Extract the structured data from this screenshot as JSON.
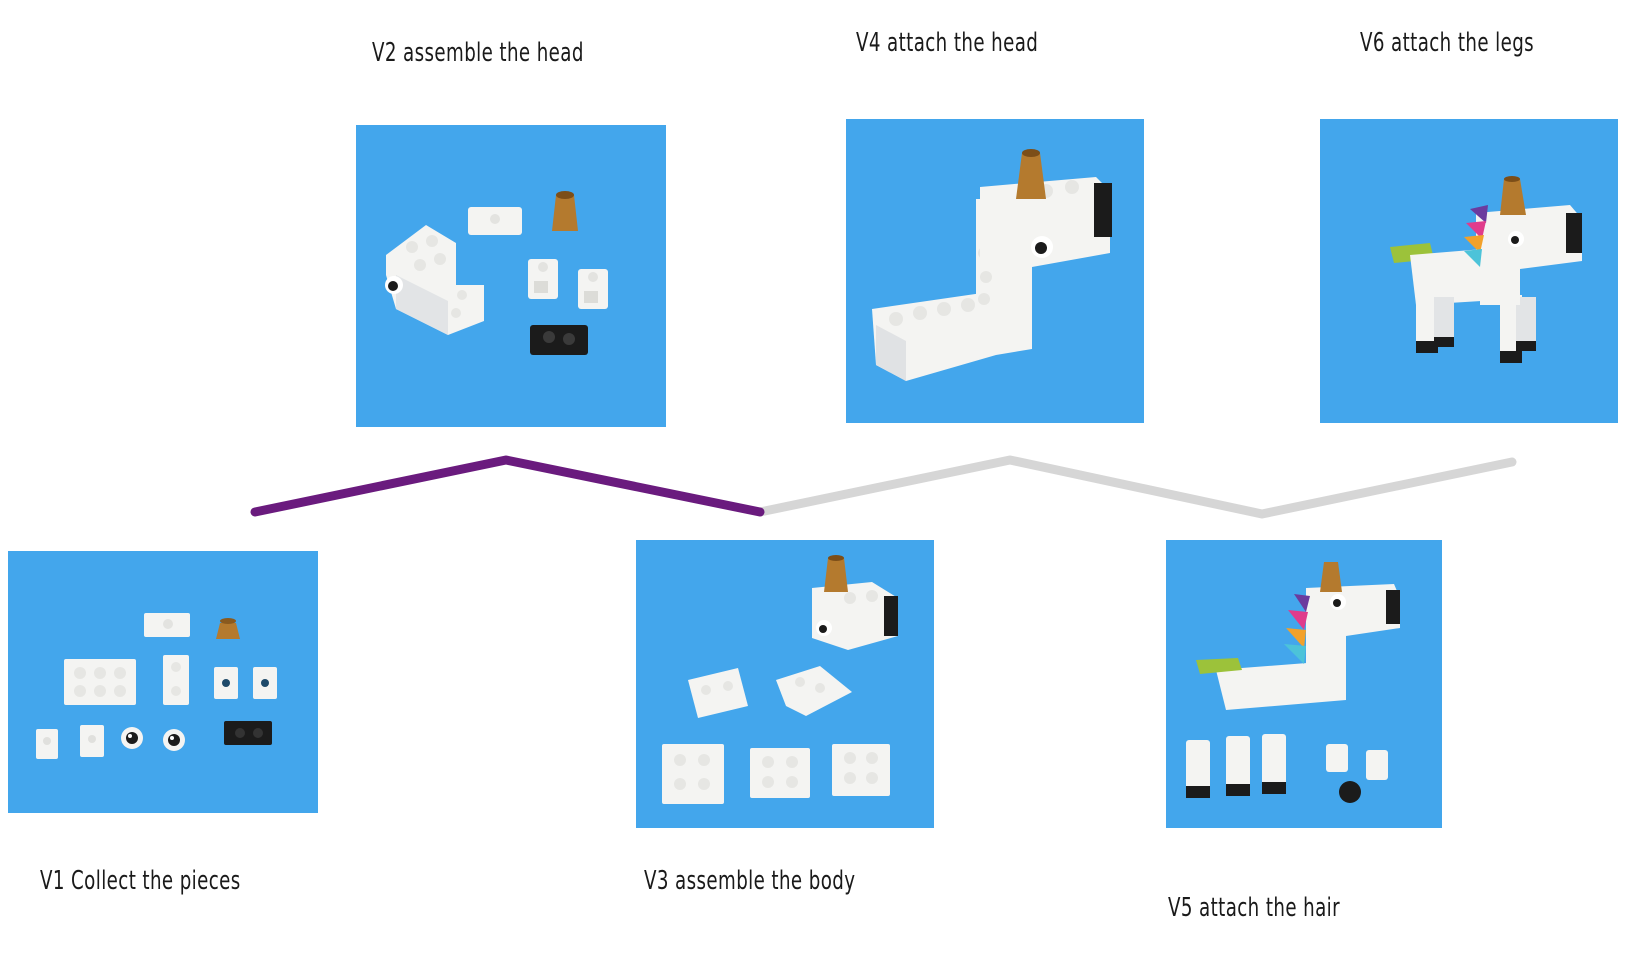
{
  "colors": {
    "photo_bg": "#43a6ec",
    "progress_done": "#6a1b7e",
    "progress_todo": "#d6d6d6",
    "brick_white": "#f4f4f2",
    "brick_shade": "#d9dcdf",
    "brick_black": "#1b1b1b",
    "horn_gold": "#b47a2e"
  },
  "steps": [
    {
      "id": "v1",
      "label": "V1 Collect the pieces",
      "image": "v1-pieces-photo"
    },
    {
      "id": "v2",
      "label": "V2 assemble the head",
      "image": "v2-head-parts-photo"
    },
    {
      "id": "v3",
      "label": "V3 assemble the body",
      "image": "v3-body-parts-photo"
    },
    {
      "id": "v4",
      "label": "V4 attach the head",
      "image": "v4-head-attached-photo"
    },
    {
      "id": "v5",
      "label": "V5 attach the hair",
      "image": "v5-hair-attached-photo"
    },
    {
      "id": "v6",
      "label": "V6 attach the legs",
      "image": "v6-legs-attached-photo"
    }
  ],
  "progress": {
    "completed_steps": 2,
    "total_steps": 6
  }
}
